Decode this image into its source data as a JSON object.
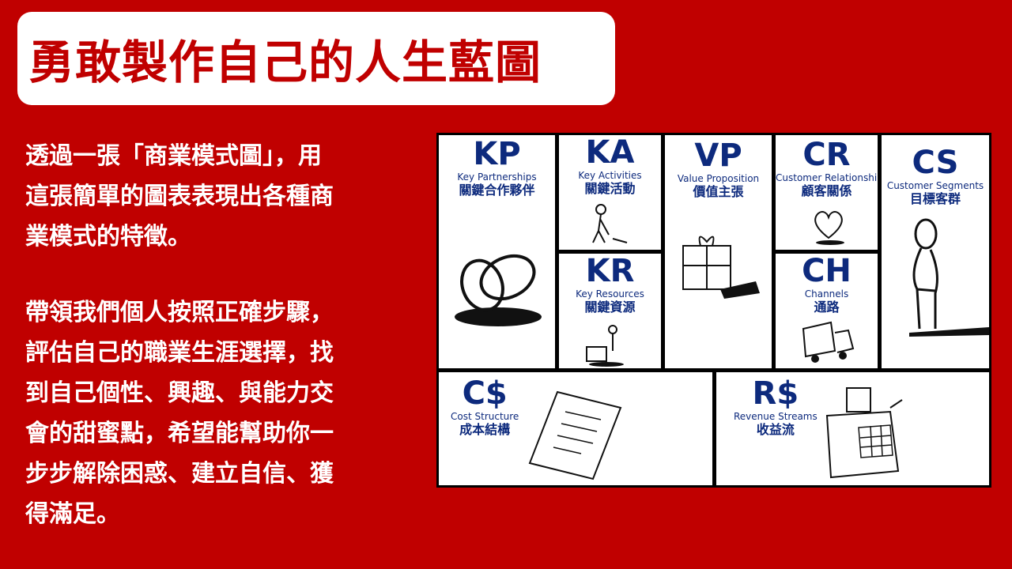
{
  "title": "勇敢製作自己的人生藍圖",
  "paragraph1": [
    "透過一張「商業模式圖」，用",
    "這張簡單的圖表表現出各種商",
    "業模式的特徵。"
  ],
  "paragraph2": [
    "帶領我們個人按照正確步驟，",
    "評估自己的職業生涯選擇，找",
    "到自己個性、興趣、與能力交",
    "會的甜蜜點，希望能幫助你一",
    "步步解除困惑、建立自信、獲",
    "得滿足。"
  ],
  "canvas": {
    "kp": {
      "abbr": "KP",
      "en": "Key Partnerships",
      "zh": "關鍵合作夥伴",
      "icon": "rings-icon"
    },
    "ka": {
      "abbr": "KA",
      "en": "Key Activities",
      "zh": "關鍵活動",
      "icon": "worker-icon"
    },
    "kr": {
      "abbr": "KR",
      "en": "Key Resources",
      "zh": "關鍵資源",
      "icon": "cart-icon"
    },
    "vp": {
      "abbr": "VP",
      "en": "Value Proposition",
      "zh": "價值主張",
      "icon": "gift-icon"
    },
    "cr": {
      "abbr": "CR",
      "en": "Customer Relationships",
      "zh": "顧客關係",
      "icon": "heart-icon"
    },
    "ch": {
      "abbr": "CH",
      "en": "Channels",
      "zh": "通路",
      "icon": "truck-icon"
    },
    "cs": {
      "abbr": "CS",
      "en": "Customer Segments",
      "zh": "目標客群",
      "icon": "person-icon"
    },
    "cost": {
      "abbr": "C$",
      "en": "Cost Structure",
      "zh": "成本結構",
      "icon": "receipt-icon"
    },
    "rev": {
      "abbr": "R$",
      "en": "Revenue Streams",
      "zh": "收益流",
      "icon": "cash-register-icon"
    }
  },
  "colors": {
    "background": "#c00000",
    "canvas_text": "#0d2a7d"
  }
}
